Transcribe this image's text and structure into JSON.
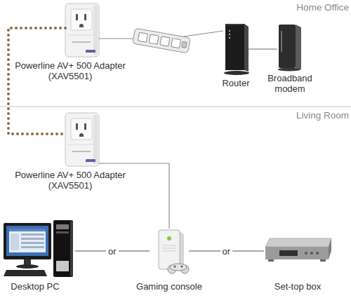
{
  "diagram": {
    "nodes": [
      {
        "text": [
          "Powerline AV+ 500 Adapter (XAV5501)"
        ]
      },
      {
        "text": [
          "Router"
        ]
      },
      {
        "text": [
          "Broadband modem"
        ]
      },
      {
        "text": [
          "Powerline AV+ 500 Adapter (XAV5501)"
        ]
      },
      {
        "text": [
          "Desktop PC"
        ]
      },
      {
        "text": [
          "Gaming console"
        ]
      },
      {
        "text": [
          "Set-top box"
        ]
      }
    ],
    "edges": [
      {
        "from": 0,
        "to": 1,
        "arrow": "none"
      },
      {
        "from": 1,
        "to": 2,
        "arrow": "none"
      },
      {
        "from": 0,
        "to": 3,
        "arrow": "none"
      },
      {
        "from": 3,
        "to": 5,
        "arrow": "none"
      },
      {
        "from": 4,
        "to": 5,
        "label": "or",
        "arrow": "none"
      },
      {
        "from": 5,
        "to": 6,
        "label": "or",
        "arrow": "none"
      }
    ],
    "labels": [
      "Home Office",
      "Living Room"
    ]
  }
}
